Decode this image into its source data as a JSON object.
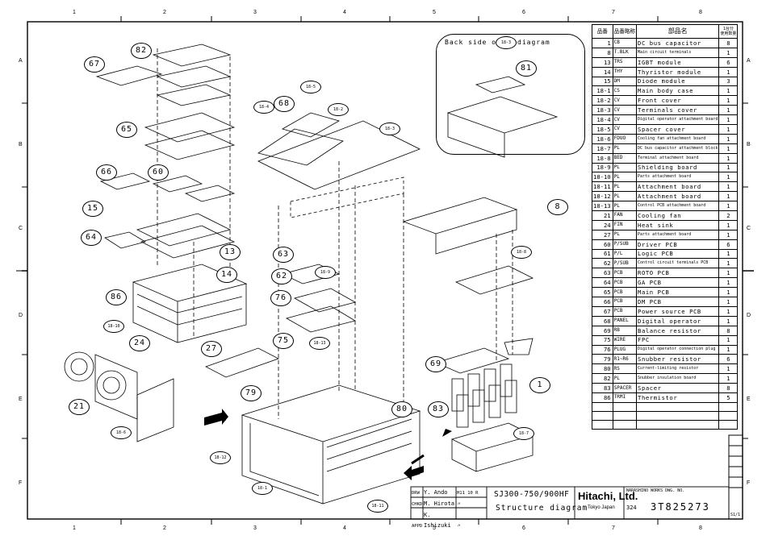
{
  "border_numbers": {
    "top": [
      "1",
      "2",
      "3",
      "4",
      "5",
      "6",
      "7",
      "8"
    ],
    "side": [
      "A",
      "B",
      "C",
      "D",
      "E",
      "F"
    ]
  },
  "back_view_label": "Back side of",
  "back_view_label_tail": "diagram",
  "table": {
    "header": {
      "no": "品番",
      "code": "品番略称",
      "name": "部品名",
      "qty_line1": "1台分",
      "qty_line2": "使用数量"
    },
    "rows": [
      {
        "no": "1",
        "code": "CB",
        "name": "DC bus capacitor",
        "qty": "8"
      },
      {
        "no": "8",
        "code": "T.BLK",
        "name": "Main circuit terminals",
        "qty": "1"
      },
      {
        "no": "13",
        "code": "TRS",
        "name": "IGBT module",
        "qty": "6"
      },
      {
        "no": "14",
        "code": "THY",
        "name": "Thyristor module",
        "qty": "1"
      },
      {
        "no": "15",
        "code": "DM",
        "name": "Diode module",
        "qty": "3"
      },
      {
        "no": "18-1",
        "code": "CS",
        "name": "Main body case",
        "qty": "1"
      },
      {
        "no": "18-2",
        "code": "CV",
        "name": "Front cover",
        "qty": "1"
      },
      {
        "no": "18-3",
        "code": "CV",
        "name": "Terminals cover",
        "qty": "1"
      },
      {
        "no": "18-4",
        "code": "CV",
        "name": "Digital operator attachment board",
        "qty": "1"
      },
      {
        "no": "18-5",
        "code": "CV",
        "name": "Spacer cover",
        "qty": "1"
      },
      {
        "no": "18-6",
        "code": "FDUO",
        "name": "Cooling fan attachment board",
        "qty": "1"
      },
      {
        "no": "18-7",
        "code": "PL",
        "name": "DC bus capacitor attachment block",
        "qty": "1"
      },
      {
        "no": "18-8",
        "code": "BED",
        "name": "Terminal attachment board",
        "qty": "1"
      },
      {
        "no": "18-9",
        "code": "PL",
        "name": "Shielding board",
        "qty": "1"
      },
      {
        "no": "18-10",
        "code": "PL",
        "name": "Parts attachment board",
        "qty": "1"
      },
      {
        "no": "18-11",
        "code": "PL",
        "name": "Attachment board",
        "qty": "1"
      },
      {
        "no": "18-12",
        "code": "PL",
        "name": "Attachment board",
        "qty": "1"
      },
      {
        "no": "18-13",
        "code": "PL",
        "name": "Control PCB attachment board",
        "qty": "1"
      },
      {
        "no": "21",
        "code": "FAN",
        "name": "Cooling fan",
        "qty": "2"
      },
      {
        "no": "24",
        "code": "FIN",
        "name": "Heat sink",
        "qty": "1"
      },
      {
        "no": "27",
        "code": "PL",
        "name": "Parts attachment board",
        "qty": "1"
      },
      {
        "no": "60",
        "code": "P/SUB",
        "name": "Driver PCB",
        "qty": "6"
      },
      {
        "no": "61",
        "code": "P/L",
        "name": "Logic PCB",
        "qty": "1"
      },
      {
        "no": "62",
        "code": "P/SUB",
        "name": "Control circuit terminals PCB",
        "qty": "1"
      },
      {
        "no": "63",
        "code": "PCB",
        "name": "ROTO PCB",
        "qty": "1"
      },
      {
        "no": "64",
        "code": "PCB",
        "name": "GA PCB",
        "qty": "1"
      },
      {
        "no": "65",
        "code": "PCB",
        "name": "Main PCB",
        "qty": "1"
      },
      {
        "no": "66",
        "code": "PCB",
        "name": "DM PCB",
        "qty": "1"
      },
      {
        "no": "67",
        "code": "PCB",
        "name": "Power source PCB",
        "qty": "1"
      },
      {
        "no": "68",
        "code": "PANEL",
        "name": "Digital operator",
        "qty": "1"
      },
      {
        "no": "69",
        "code": "RB",
        "name": "Balance resistor",
        "qty": "8"
      },
      {
        "no": "75",
        "code": "WIRE",
        "name": "FPC",
        "qty": "1"
      },
      {
        "no": "76",
        "code": "PLUG",
        "name": "Digital operator connection plug",
        "qty": "1"
      },
      {
        "no": "79",
        "code": "R1~R6",
        "name": "Snubber resistor",
        "qty": "6"
      },
      {
        "no": "80",
        "code": "RS",
        "name": "Current-limiting resistor",
        "qty": "1"
      },
      {
        "no": "82",
        "code": "PL",
        "name": "Snubber insulation board",
        "qty": "1"
      },
      {
        "no": "83",
        "code": "SPACER",
        "name": "Spacer",
        "qty": "8"
      },
      {
        "no": "86",
        "code": "TRMI",
        "name": "Thermistor",
        "qty": "5"
      }
    ]
  },
  "title_block": {
    "rows": [
      {
        "role": "DRW",
        "name": "Y. Ando",
        "date": "H11 10 R"
      },
      {
        "role": "CHKD",
        "name": "M. Hirota",
        "date": "〃"
      },
      {
        "role": "APPD",
        "name": "K. Ishizuki",
        "date": "〃"
      }
    ],
    "model": "SJ300-750/900HF",
    "title": "Structure diagram",
    "company": "Hitachi, Ltd.",
    "city": "Tokyo Japan",
    "drawing_no_label": "NARASHINO WORKS DWG. NO.",
    "drawing_prefix": "324",
    "drawing_no": "3T825273",
    "sheet_tag": "S1/1"
  },
  "callouts": {
    "big": [
      "67",
      "82",
      "65",
      "66",
      "60",
      "15",
      "64",
      "13",
      "14",
      "86",
      "24",
      "21",
      "68",
      "63",
      "62",
      "76",
      "75",
      "27",
      "79",
      "80",
      "83",
      "1",
      "69",
      "81",
      "8"
    ],
    "small": [
      "18-4",
      "18-5",
      "18-2",
      "18-3",
      "18-9",
      "18-10",
      "18-13",
      "18-6",
      "18-12",
      "18-1",
      "18-11",
      "18-7",
      "18-8"
    ]
  }
}
